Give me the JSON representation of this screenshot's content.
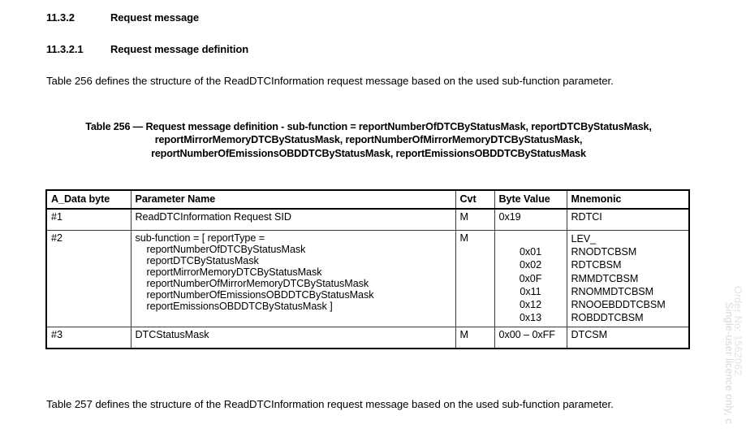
{
  "document": {
    "headings": [
      {
        "number": "11.3.2",
        "text": "Request message"
      },
      {
        "number": "11.3.2.1",
        "text": "Request message definition"
      }
    ],
    "intro_paragraph": "Table 256 defines the structure of the ReadDTCInformation request message based on the used sub-function parameter.",
    "outro_paragraph": "Table 257 defines the structure of the ReadDTCInformation request message based on the used sub-function parameter.",
    "table_caption": "Table 256 — Request message definition - sub-function = reportNumberOfDTCByStatusMask, reportDTCByStatusMask, reportMirrorMemoryDTCByStatusMask, reportNumberOfMirrorMemoryDTCByStatusMask, reportNumberOfEmissionsOBDDTCByStatusMask, reportEmissionsOBDDTCByStatusMask",
    "watermark": {
      "line1": "Single-user licence only, c",
      "line2": "Order No: 1562062"
    }
  },
  "table": {
    "headers": {
      "byte": "A_Data byte",
      "parameter": "Parameter Name",
      "cvt": "Cvt",
      "byte_value": "Byte Value",
      "mnemonic": "Mnemonic"
    },
    "rows": [
      {
        "byte": "#1",
        "parameter": "ReadDTCInformation Request SID",
        "cvt": "M",
        "byte_value": "0x19",
        "mnemonic": "RDTCI"
      },
      {
        "byte": "#2",
        "parameter_header": "sub-function = [ reportType =",
        "parameter_items": [
          "reportNumberOfDTCByStatusMask",
          "reportDTCByStatusMask",
          "reportMirrorMemoryDTCByStatusMask",
          "reportNumberOfMirrorMemoryDTCByStatusMask",
          "reportNumberOfEmissionsOBDDTCByStatusMask",
          "reportEmissionsOBDDTCByStatusMask ]"
        ],
        "cvt": "M",
        "byte_values": [
          "0x01",
          "0x02",
          "0x0F",
          "0x11",
          "0x12",
          "0x13"
        ],
        "mnemonic_header": "LEV_",
        "mnemonics": [
          "RNODTCBSM",
          "RDTCBSM",
          "RMMDTCBSM",
          "RNOMMDTCBSM",
          "RNOOEBDDTCBSM",
          "ROBDDTCBSM"
        ]
      },
      {
        "byte": "#3",
        "parameter": "DTCStatusMask",
        "cvt": "M",
        "byte_value": "0x00 – 0xFF",
        "mnemonic": "DTCSM"
      }
    ]
  }
}
